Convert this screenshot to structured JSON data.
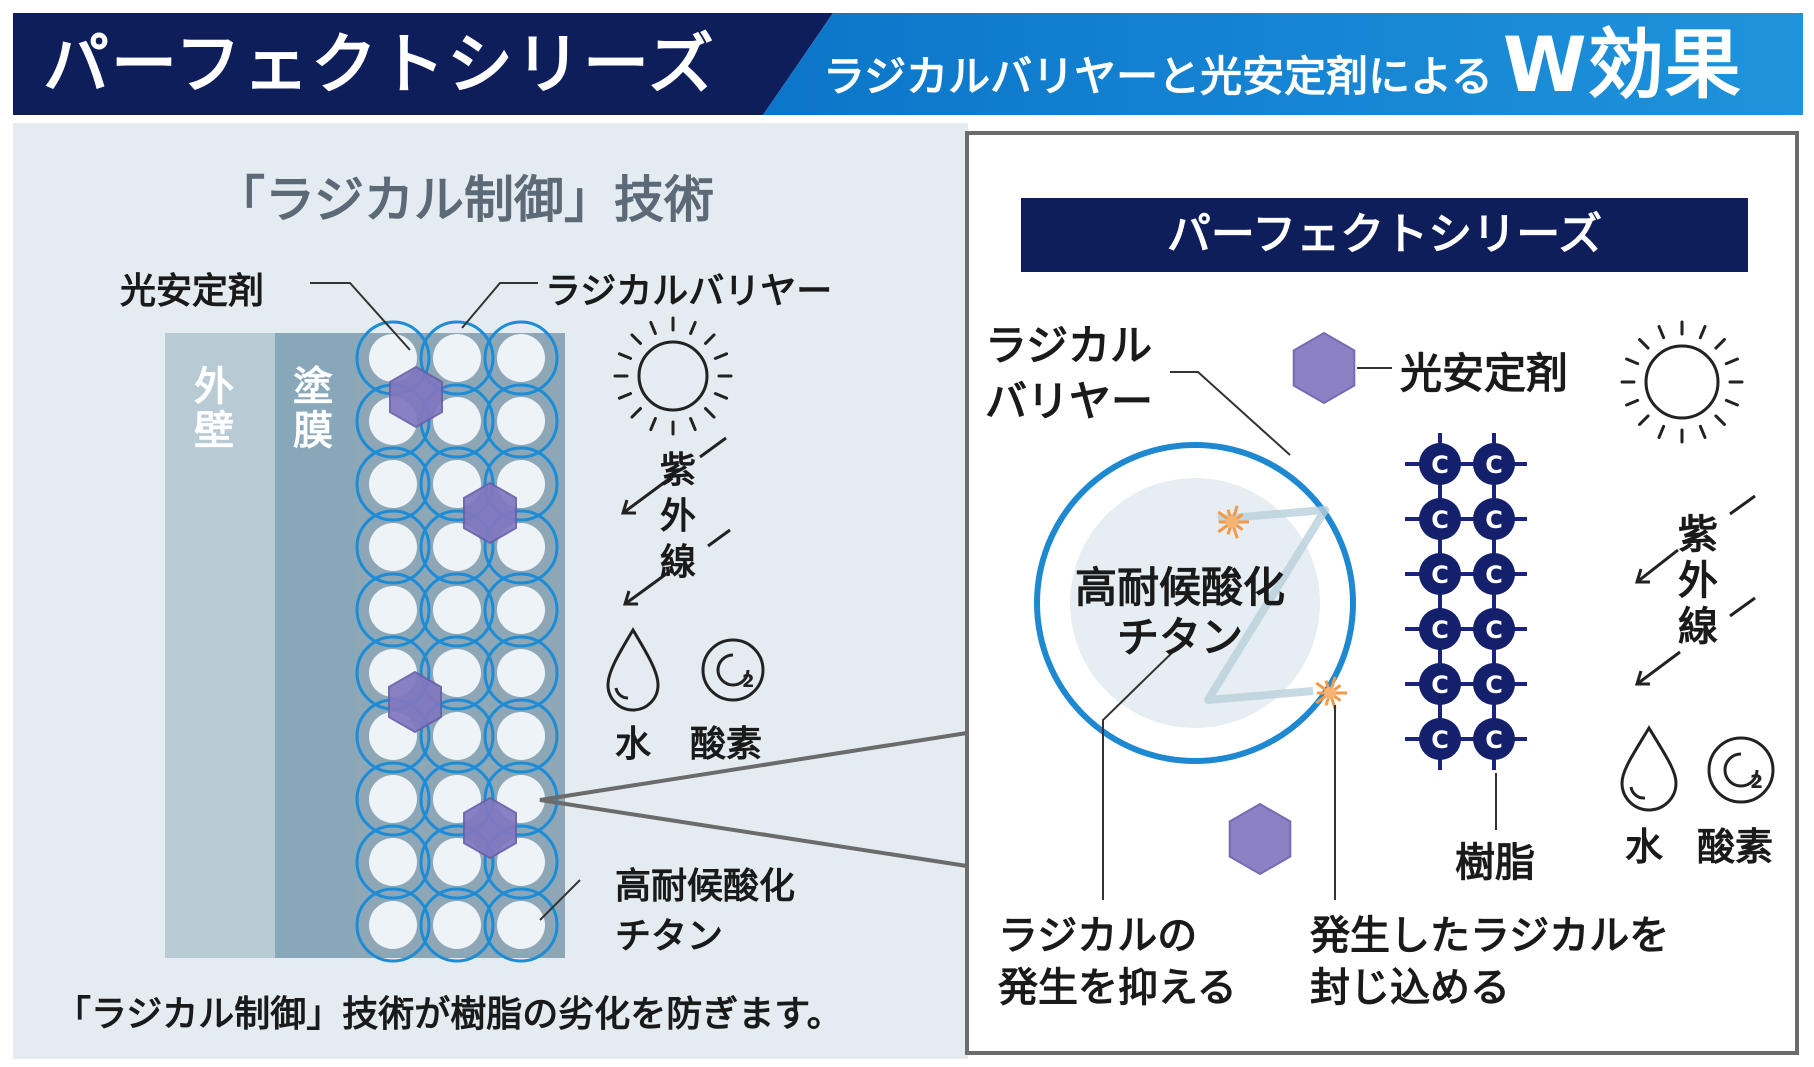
{
  "header": {
    "title": "パーフェクトシリーズ",
    "subtitle": "ラジカルバリヤーと光安定剤による",
    "subtitle_emphasis": "W効果",
    "colors": {
      "navy": "#0d1e5a",
      "blue": "#0c75c9"
    }
  },
  "left": {
    "title": "「ラジカル制御」技術",
    "label_stabilizer": "光安定剤",
    "label_barrier": "ラジカルバリヤー",
    "label_wall": [
      "外",
      "壁"
    ],
    "label_film": [
      "塗",
      "膜"
    ],
    "label_uv": [
      "紫",
      "外",
      "線"
    ],
    "label_water": "水",
    "label_oxygen": "酸素",
    "label_titanium": [
      "高耐候酸化",
      "チタン"
    ],
    "caption": "「ラジカル制御」技術が樹脂の劣化を防ぎます。",
    "icons": [
      "sun-icon",
      "arrow-icon",
      "water-drop-icon",
      "oxygen-icon"
    ]
  },
  "right": {
    "title": "パーフェクトシリーズ",
    "label_barrier": [
      "ラジカル",
      "バリヤー"
    ],
    "label_stabilizer": "光安定剤",
    "core_text": [
      "高耐候酸化",
      "チタン"
    ],
    "label_resin": "樹脂",
    "label_uv": [
      "紫",
      "外",
      "線"
    ],
    "label_water": "水",
    "label_oxygen": "酸素",
    "resin_atom": "C",
    "oxygen_subscript": "2",
    "caption_suppress": [
      "ラジカルの",
      "発生を抑える"
    ],
    "caption_trap": [
      "発生したラジカルを",
      "封じ込める"
    ]
  }
}
